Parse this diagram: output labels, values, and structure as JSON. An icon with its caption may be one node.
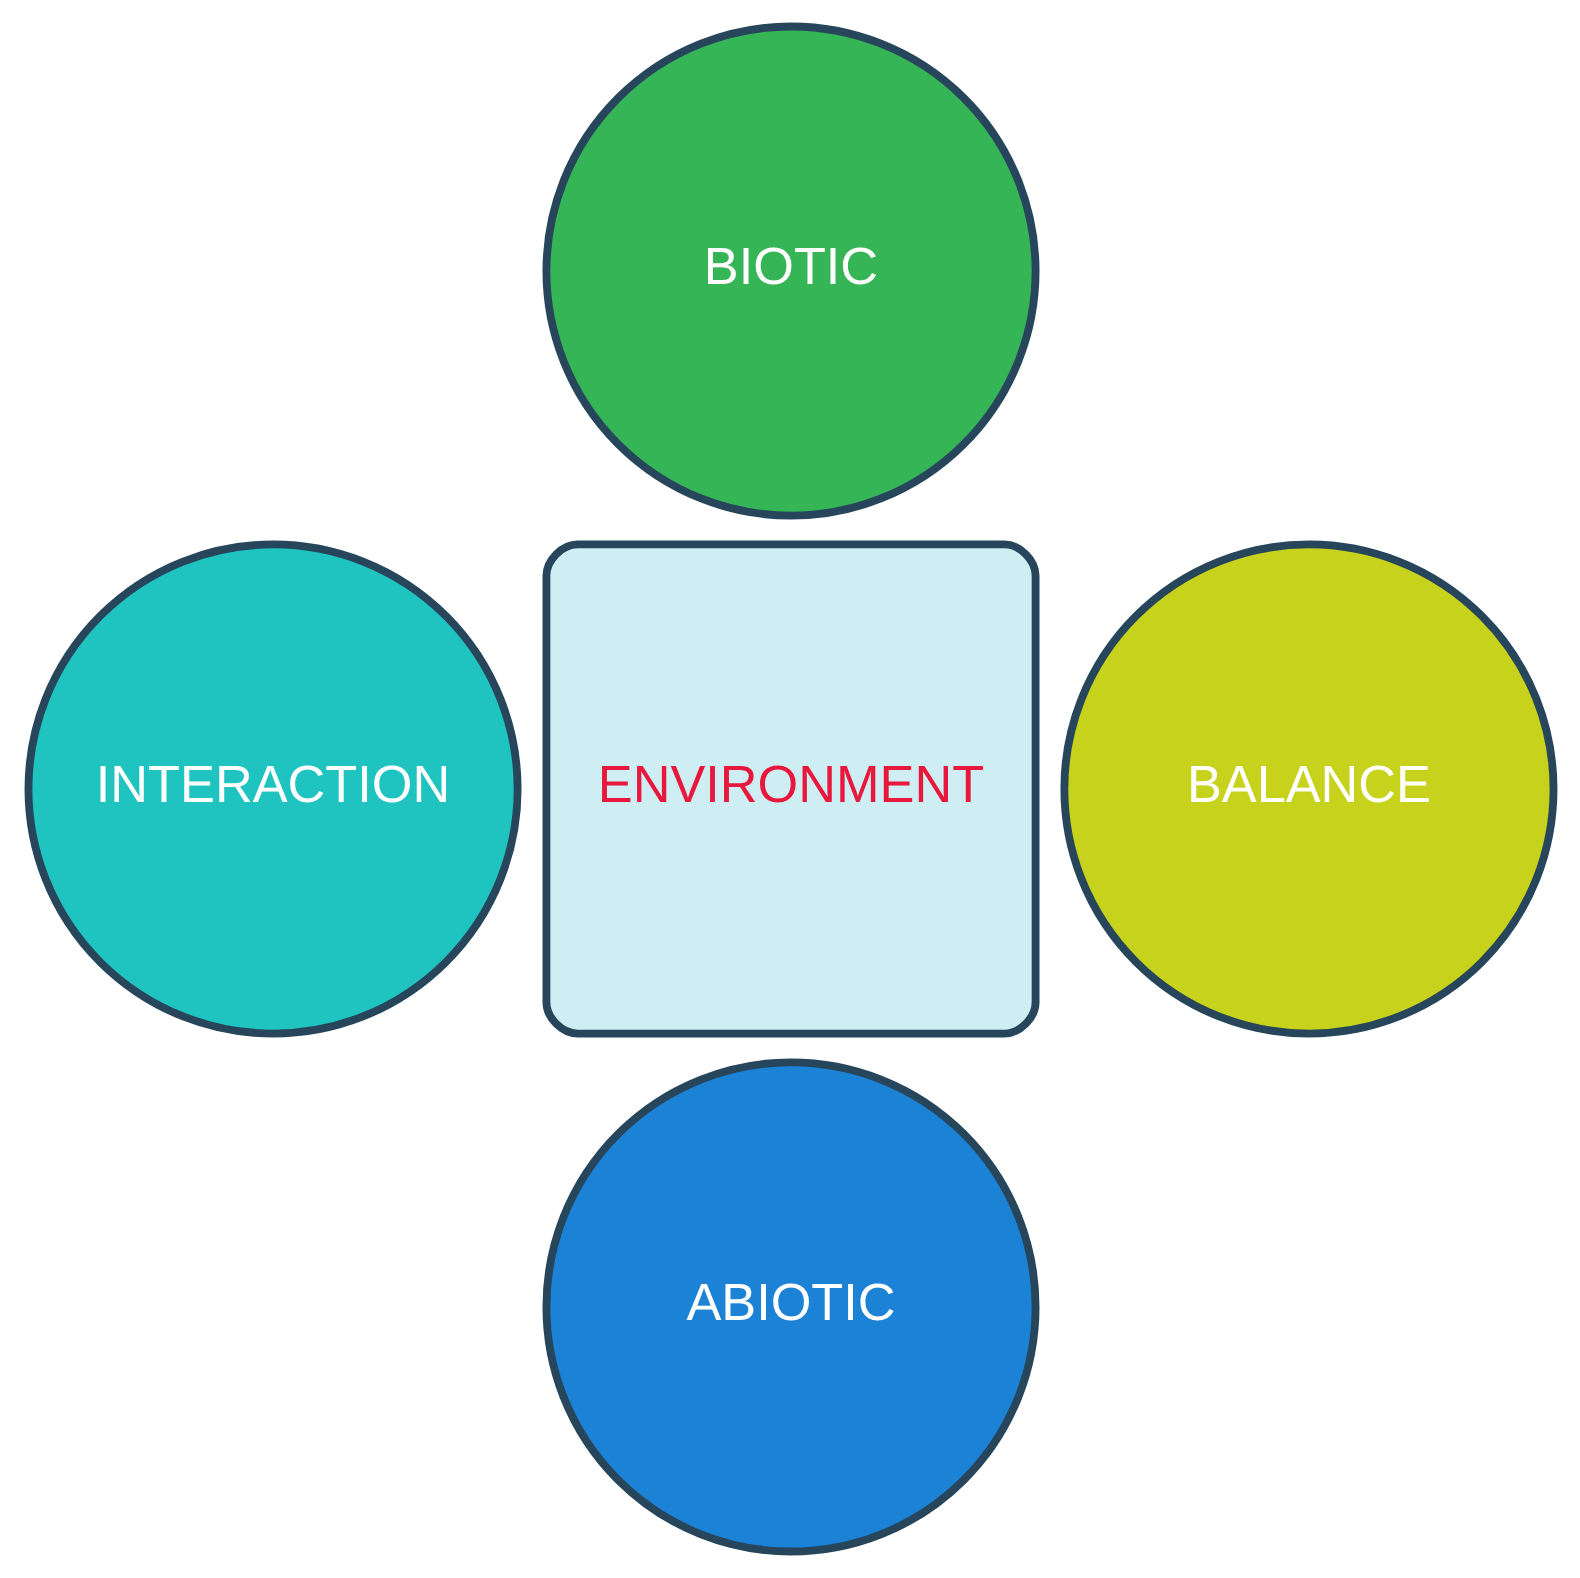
{
  "diagram": {
    "nodes": [
      {
        "text": [
          "ENVIRONMENT"
        ]
      },
      {
        "text": [
          "BIOTIC"
        ]
      },
      {
        "text": [
          "INTERACTION"
        ]
      },
      {
        "text": [
          "BALANCE"
        ]
      },
      {
        "text": [
          "ABIOTIC"
        ]
      }
    ]
  }
}
